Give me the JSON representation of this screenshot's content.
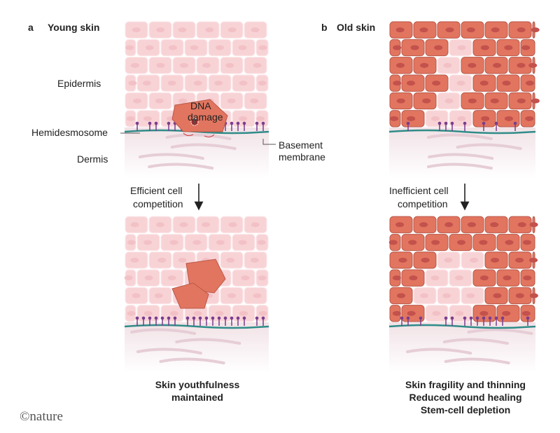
{
  "panel_a": {
    "letter": "a",
    "title": "Young skin",
    "epidermis": "Epidermis",
    "dermis": "Dermis",
    "hemidesmosome": "Hemidesmosome",
    "basement_1": "Basement",
    "basement_2": "membrane",
    "dna_1": "DNA",
    "dna_2": "damage",
    "arrow_1": "Efficient cell",
    "arrow_2": "competition",
    "outcome_1": "Skin youthfulness",
    "outcome_2": "maintained"
  },
  "panel_b": {
    "letter": "b",
    "title": "Old skin",
    "arrow_1": "Inefficient cell",
    "arrow_2": "competition",
    "outcome_1": "Skin fragility and thinning",
    "outcome_2": "Reduced wound healing",
    "outcome_3": "Stem-cell depletion"
  },
  "credit": "©nature",
  "colors": {
    "young_cell": "#f8d3d6",
    "old_cell": "#e2755f",
    "old_nucleus": "#c3514c",
    "membrane": "#2f8c88",
    "hemidesmosome": "#7a3d8e",
    "dermis": "#f1e2e6"
  }
}
